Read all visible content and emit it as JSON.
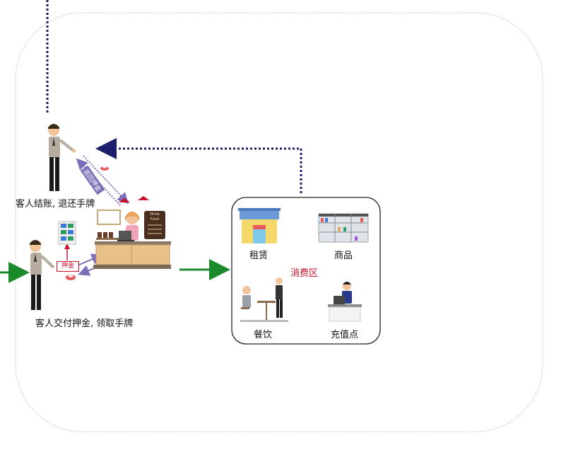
{
  "labels": {
    "checkout": "客人结账, 退还手牌",
    "deposit": "客人交付押金, 领取手牌",
    "deposit_tag": "押金",
    "return_tag": "退回押金",
    "consumption_area": "消费区",
    "rental": "租赁",
    "goods": "商品",
    "dining": "餐饮",
    "recharge": "充值点",
    "board_drink": "Drink",
    "board_food": "Food"
  },
  "colors": {
    "dotted_path": "#1b1f6b",
    "green_arrow": "#1a8a2a",
    "purple_arrow": "#7a6fb8",
    "deposit_red": "#c8102e",
    "area_border": "#222222",
    "outer_border": "#b8bfe0"
  }
}
